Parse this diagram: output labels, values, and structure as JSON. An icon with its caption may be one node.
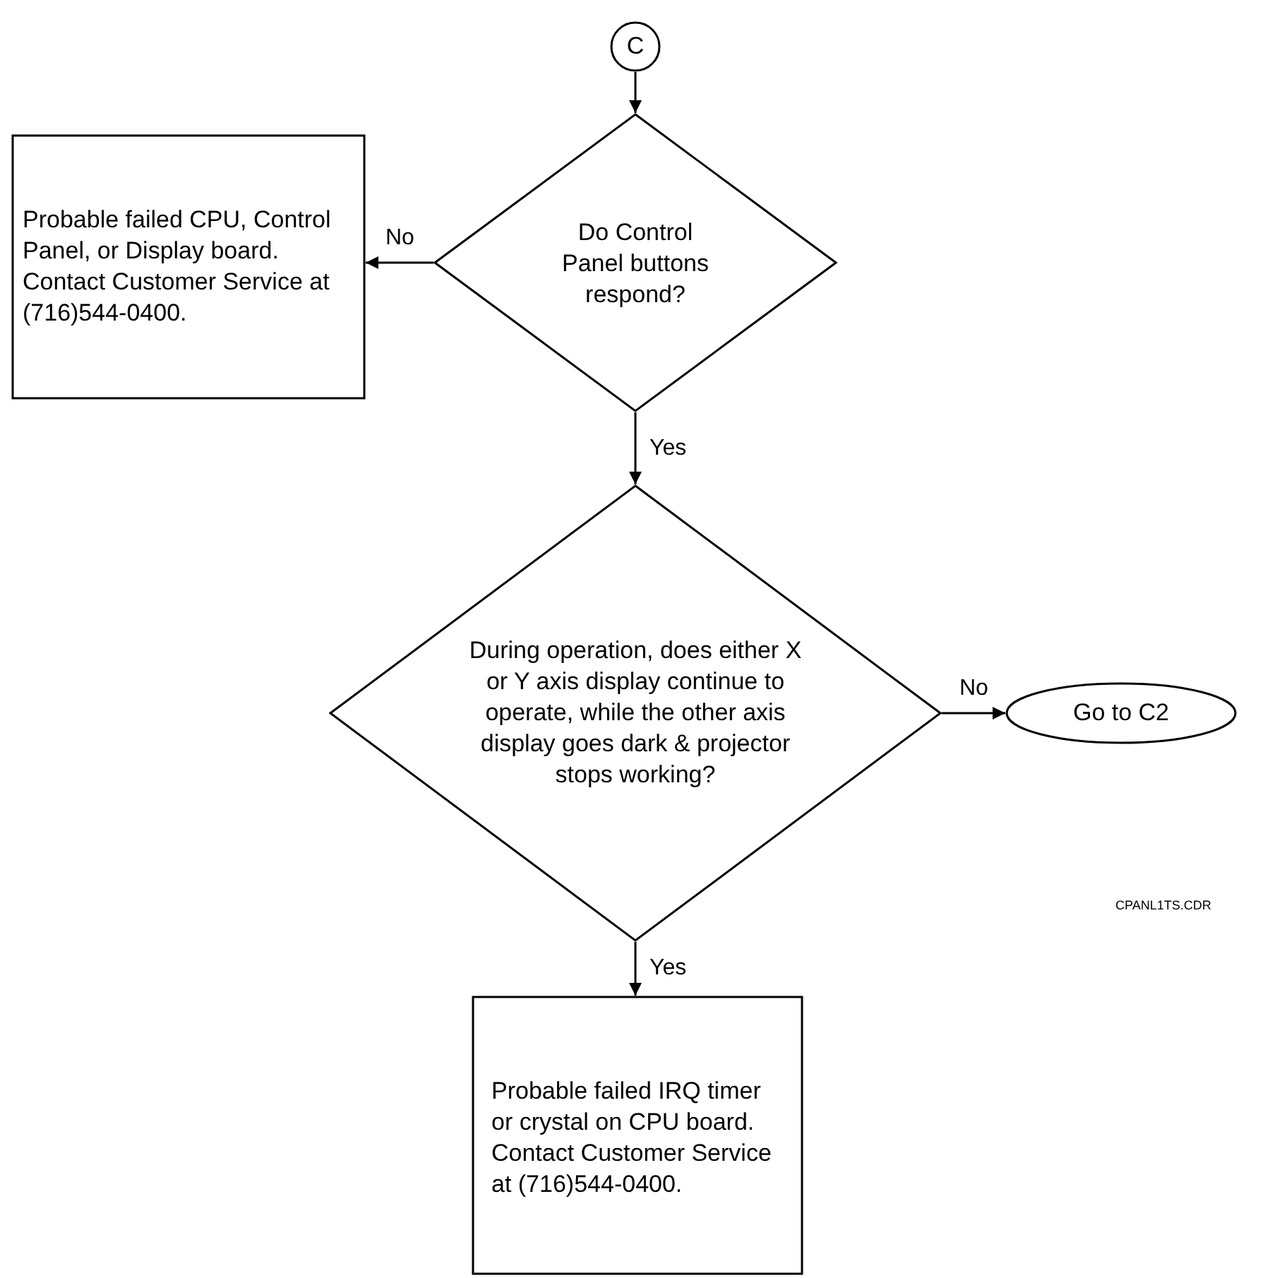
{
  "diagram": {
    "nodes": [
      {
        "text": [
          "C"
        ]
      },
      {
        "text": [
          "Do Control Panel buttons respond?"
        ]
      },
      {
        "text": [
          "Probable failed CPU, Control Panel, or Display board. Contact Customer Service at (716)544-0400."
        ]
      },
      {
        "text": [
          "During operation, does either X or Y axis display continue to operate, while the other axis display goes dark & projector stops working?"
        ]
      },
      {
        "text": [
          "Go to C2"
        ]
      },
      {
        "text": [
          "Probable failed IRQ timer or crystal on CPU board. Contact Customer Service at (716)544-0400."
        ]
      }
    ],
    "edges": [
      {
        "from": 0,
        "to": 1,
        "arrow": "to"
      },
      {
        "from": 1,
        "to": 2,
        "arrow": "to",
        "label": "No"
      },
      {
        "from": 1,
        "to": 3,
        "arrow": "to",
        "label": "Yes"
      },
      {
        "from": 3,
        "to": 4,
        "arrow": "to",
        "label": "No"
      },
      {
        "from": 3,
        "to": 5,
        "arrow": "to",
        "label": "Yes"
      }
    ],
    "labels": [
      "CPANL1TS.CDR"
    ]
  }
}
